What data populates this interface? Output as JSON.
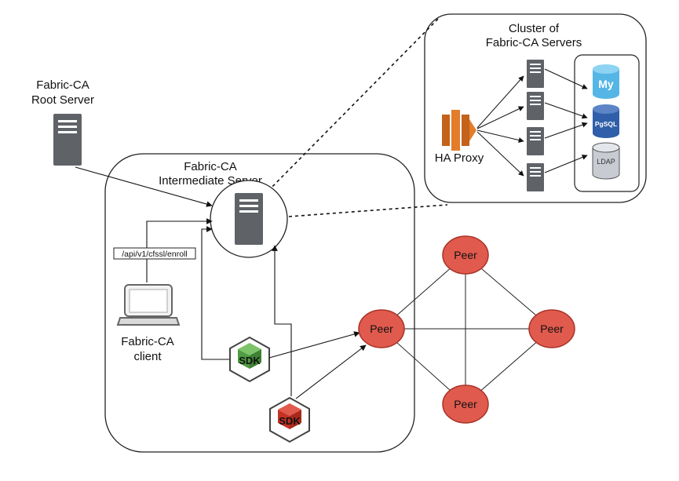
{
  "root_server": {
    "line1": "Fabric-CA",
    "line2": "Root Server"
  },
  "intermediate_server": {
    "line1": "Fabric-CA",
    "line2": "Intermediate Server"
  },
  "cluster": {
    "line1": "Cluster of",
    "line2": "Fabric-CA Servers"
  },
  "ha_proxy": "HA Proxy",
  "client": {
    "line1": "Fabric-CA",
    "line2": "client"
  },
  "enroll_endpoint": "/api/v1/cfssl/enroll",
  "sdk_label": "SDK",
  "peer_label": "Peer",
  "databases": {
    "mysql": "My",
    "postgres": "PgSQL",
    "ldap": "LDAP"
  },
  "colors": {
    "peer": "#e05a4e",
    "peer_stroke": "#a93328",
    "haproxy": "#e37c2b",
    "sdk_green": "#5aa84a",
    "sdk_red": "#d33a2c",
    "mysql": "#55b6e6",
    "postgres": "#2f5fa8",
    "ldap": "#c8ccd2",
    "server": "#5f6267"
  },
  "icons": [
    "server-icon",
    "laptop-icon",
    "haproxy-icon",
    "mysql-icon",
    "postgresql-icon",
    "ldap-icon",
    "sdk-icon"
  ]
}
